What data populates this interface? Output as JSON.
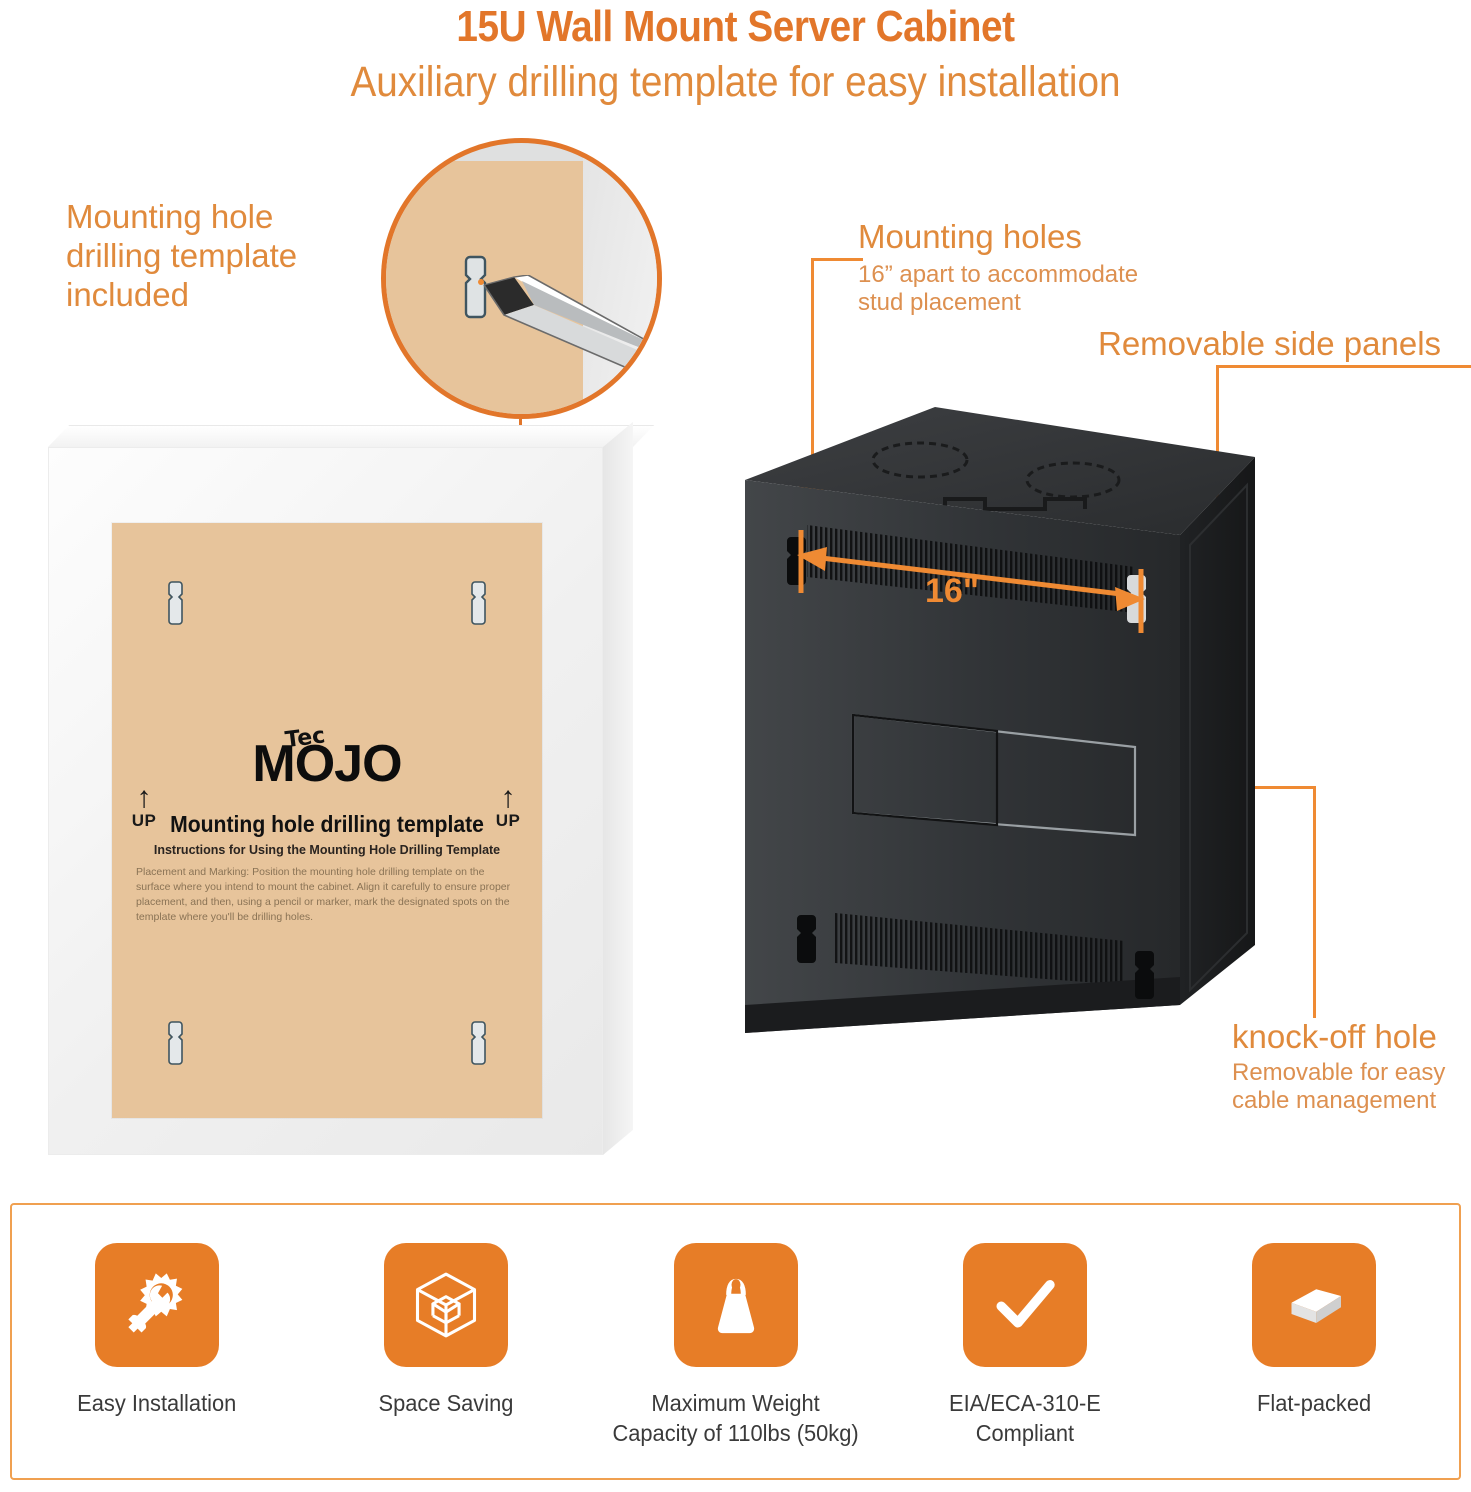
{
  "header": {
    "title": "15U Wall Mount Server Cabinet",
    "subtitle": "Auxiliary drilling template for easy installation",
    "accent_color": "#e2762a"
  },
  "annotations": {
    "left_template": {
      "line1": "Mounting hole",
      "line2": "drilling template",
      "line3": "included"
    },
    "mounting_holes": {
      "title": "Mounting holes",
      "detail_line1": "16” apart to accommodate",
      "detail_line2": "stud placement"
    },
    "side_panels": {
      "title": "Removable side panels"
    },
    "knock_off": {
      "title": "knock-off hole",
      "detail_line1": "Removable for easy",
      "detail_line2": "cable management"
    },
    "dimension_label": "16\""
  },
  "template_sheet": {
    "brand_top": "Tec",
    "brand_main": "MOJO",
    "heading": "Mounting hole drilling template",
    "subheading": "Instructions for Using the Mounting Hole Drilling Template",
    "body": "Placement and Marking: Position the mounting hole drilling template on the surface where you intend to mount the cabinet. Align it carefully to ensure proper placement, and then, using a pencil or marker, mark the designated spots on the template where you'll be drilling holes.",
    "orientation_left": "UP",
    "orientation_right": "UP",
    "arrow_glyph": "↑",
    "paper_color": "#e7c49b"
  },
  "features": {
    "accent_color": "#e77d27",
    "items": [
      {
        "icon": "gear-wrench-icon",
        "label": "Easy Installation"
      },
      {
        "icon": "cube-outline-icon",
        "label": "Space Saving"
      },
      {
        "icon": "weight-icon",
        "label": "Maximum Weight\nCapacity of 110lbs (50kg)"
      },
      {
        "icon": "checkmark-icon",
        "label": "EIA/ECA-310-E\nCompliant"
      },
      {
        "icon": "flat-box-icon",
        "label": "Flat-packed"
      }
    ]
  }
}
